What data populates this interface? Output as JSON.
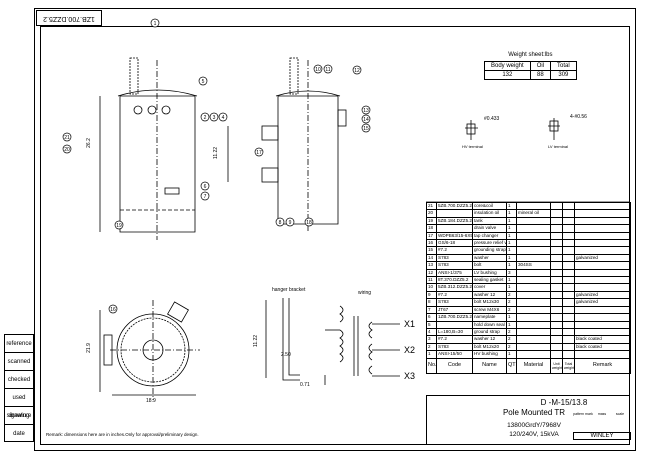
{
  "drawing_number": "1ZB.700.DZZ5.2",
  "side_labels": [
    "reference",
    "scanned",
    "checked",
    "used drawing",
    "signature",
    "date"
  ],
  "weight_sheet": {
    "title": "Weight sheet:lbs",
    "headers": [
      "Body weight",
      "Oil",
      "Total"
    ],
    "values": [
      "132",
      "88",
      "309"
    ]
  },
  "terminals": {
    "hv_label": "HV terminal",
    "hv_dim": "#0.433",
    "lv_label": "LV terminal",
    "lv_dim": "4-#0.56"
  },
  "dimensions": {
    "front_height": "26.2",
    "side_height": "11.22",
    "plan_width": "21.9",
    "plan_depth": "18.9",
    "bracket_h": "11.22",
    "bracket_a": "2.50",
    "bracket_b": "0.71"
  },
  "wiring": {
    "title": "wiring",
    "hanger": "hanger bracket",
    "terminals": [
      "X1",
      "X2",
      "X3"
    ]
  },
  "callouts_front": [
    "1",
    "5",
    "2",
    "3",
    "4",
    "21",
    "20",
    "6",
    "7",
    "19"
  ],
  "callouts_side": [
    "10",
    "11",
    "12",
    "13",
    "14",
    "15",
    "17",
    "8",
    "9",
    "18"
  ],
  "callouts_plan": [
    "16"
  ],
  "bom": {
    "rows": [
      [
        "21",
        "5ZB.700.DZZ5.2",
        "core&coil",
        "1",
        "",
        ""
      ],
      [
        "20",
        "",
        "insulation oil",
        "1",
        "mineral oil",
        ""
      ],
      [
        "19",
        "5ZB.184.DZZ5.2",
        "tank",
        "1",
        "",
        ""
      ],
      [
        "18",
        "",
        "drain valve",
        "1",
        "",
        ""
      ],
      [
        "17",
        "WDPB63/15-6X505",
        "tap changer",
        "1",
        "",
        ""
      ],
      [
        "16",
        "GS/6-18",
        "pressure relief valve",
        "1",
        "",
        ""
      ],
      [
        "15",
        "#7.2",
        "grounding strap",
        "1",
        "",
        ""
      ],
      [
        "14",
        "S783",
        "washer",
        "1",
        "",
        "galvanized"
      ],
      [
        "13",
        "S783",
        "bolt",
        "1",
        "304SS",
        ""
      ],
      [
        "12",
        "ANSI-1/375",
        "LV bushing",
        "3",
        "",
        ""
      ],
      [
        "11",
        "8T.370.DZZ5.2",
        "sealing gasket",
        "1",
        "",
        ""
      ],
      [
        "10",
        "5ZB.312.DZZ5.2",
        "cover",
        "1",
        "",
        ""
      ],
      [
        "9",
        "#7.2",
        "washer 12",
        "2",
        "",
        "galvanized"
      ],
      [
        "8",
        "S783",
        "bolt M12x30",
        "2",
        "",
        "galvanized"
      ],
      [
        "7",
        "JT67",
        "screw M4X6",
        "2",
        "",
        ""
      ],
      [
        "6",
        "1ZB.700.DZZ5.2MP",
        "nameplate",
        "1",
        "",
        ""
      ],
      [
        "5",
        "",
        "hold down seal",
        "1",
        "",
        ""
      ],
      [
        "4",
        "L=180,B=30",
        "ground strap",
        "2",
        "",
        ""
      ],
      [
        "3",
        "#7.2",
        "washer 12",
        "2",
        "",
        "black coated"
      ],
      [
        "2",
        "S783",
        "bolt M12x20",
        "2",
        "",
        "black coated"
      ],
      [
        "1",
        "ANSI-15/50",
        "HV bushing",
        "1",
        "",
        ""
      ]
    ],
    "header": [
      "No.",
      "Code",
      "Name",
      "QTY",
      "Material",
      "Unit weight",
      "Total weight",
      "Remark"
    ]
  },
  "title_block": {
    "code": "D -M-15/13.8",
    "name": "Pole Mounted TR",
    "rating1": "13800GrdY/7968V",
    "rating2": "120/240V, 15kVA",
    "company": "WINLEY",
    "small_labels": [
      "pattern mark",
      "mass",
      "scale"
    ]
  },
  "remark": "Remark: dimensions here are in inches.Only for approval/preliminary design."
}
